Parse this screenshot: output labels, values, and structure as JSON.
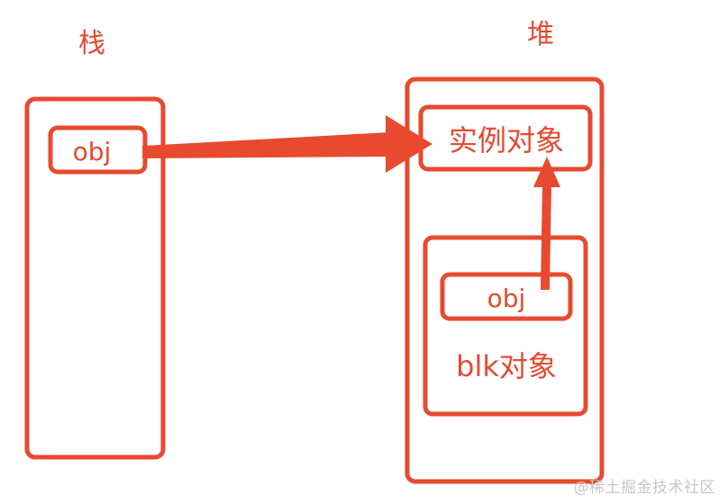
{
  "diagram": {
    "accent_color": "#e84a2f",
    "stack": {
      "title": "栈",
      "ref_label": "obj"
    },
    "heap": {
      "title": "堆",
      "instance_label": "实例对象",
      "block": {
        "ref_label": "obj",
        "label": "blk对象"
      }
    },
    "arrows": [
      {
        "from": "stack.obj",
        "to": "heap.instance"
      },
      {
        "from": "heap.block.obj",
        "to": "heap.instance"
      }
    ],
    "watermark": "@稀土掘金技术社区"
  }
}
